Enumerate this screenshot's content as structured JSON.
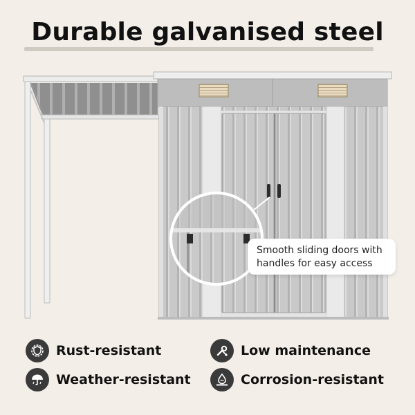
{
  "heading": {
    "title": "Durable galvanised steel"
  },
  "callout": {
    "line1": "Smooth sliding doors with",
    "line2": "handles for easy access"
  },
  "features": [
    {
      "label": "Rust-resistant",
      "icon": "rust-shield-icon"
    },
    {
      "label": "Low maintenance",
      "icon": "wrench-screwdriver-icon"
    },
    {
      "label": "Weather-resistant",
      "icon": "umbrella-rain-icon"
    },
    {
      "label": "Corrosion-resistant",
      "icon": "corrosion-drop-icon"
    }
  ],
  "colors": {
    "background": "#f3efe8",
    "steel": "#c7c7c7",
    "steel_dark": "#a9a9a9",
    "trim": "#e9e9e9",
    "icon_circle": "#3a3a3a"
  }
}
